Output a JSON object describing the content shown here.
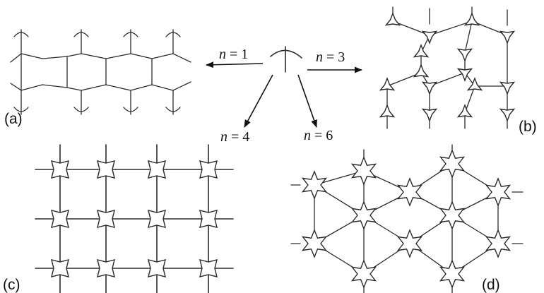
{
  "panels": {
    "a": {
      "label": "(a)"
    },
    "b": {
      "label": "(b)"
    },
    "c": {
      "label": "(c)"
    },
    "d": {
      "label": "(d)"
    }
  },
  "arrows": [
    {
      "target": "a",
      "var": "n",
      "rest": " = 1"
    },
    {
      "target": "b",
      "var": "n",
      "rest": " = 3"
    },
    {
      "target": "c",
      "var": "n",
      "rest": " = 4"
    },
    {
      "target": "d",
      "var": "n",
      "rest": " = 6"
    }
  ]
}
